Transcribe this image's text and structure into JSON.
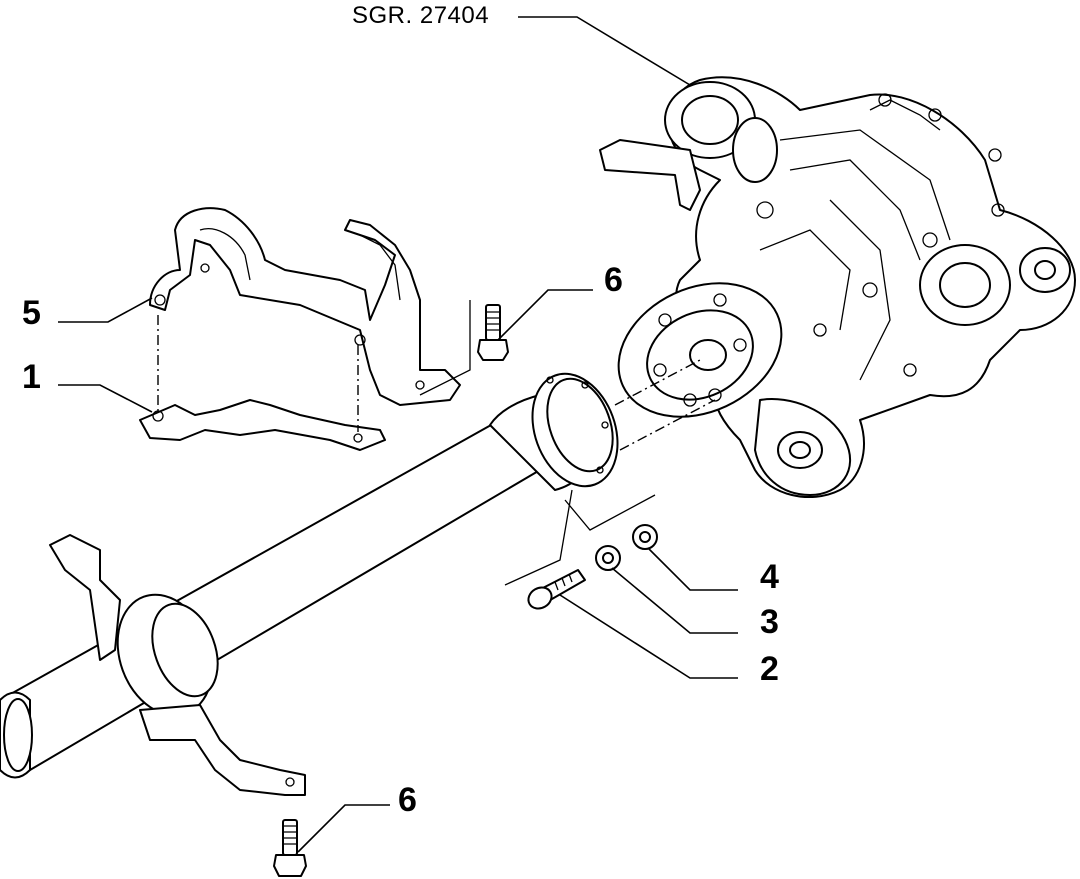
{
  "reference": {
    "text": "SGR. 27404"
  },
  "callouts": [
    {
      "id": "c5",
      "number": "5"
    },
    {
      "id": "c1",
      "number": "1"
    },
    {
      "id": "c6a",
      "number": "6"
    },
    {
      "id": "c4",
      "number": "4"
    },
    {
      "id": "c3",
      "number": "3"
    },
    {
      "id": "c2",
      "number": "2"
    },
    {
      "id": "c6b",
      "number": "6"
    }
  ],
  "colors": {
    "line": "#000000",
    "background": "#ffffff"
  }
}
